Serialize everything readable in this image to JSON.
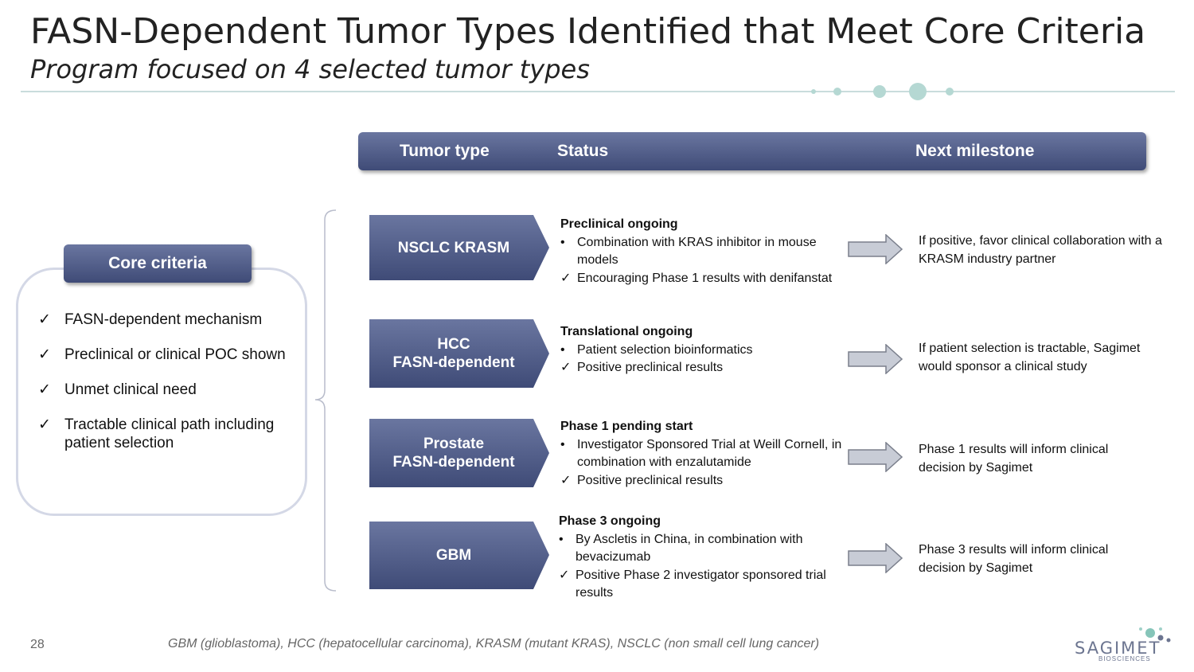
{
  "slide": {
    "title": "FASN-Dependent Tumor Types Identified that Meet Core Criteria",
    "subtitle": "Program focused on 4 selected tumor types",
    "page_number": "28",
    "footnote": "GBM (glioblastoma), HCC (hepatocellular carcinoma), KRASM (mutant KRAS), NSCLC (non small cell lung cancer)"
  },
  "header": {
    "tumor_type": "Tumor type",
    "status": "Status",
    "next_milestone": "Next milestone"
  },
  "core_criteria": {
    "label": "Core criteria",
    "items": [
      "FASN-dependent mechanism",
      "Preclinical or clinical POC shown",
      "Unmet clinical need",
      "Tractable clinical path including patient selection"
    ]
  },
  "rows": [
    {
      "tumor_lines": [
        "NSCLC KRASM"
      ],
      "status_head": "Preclinical ongoing",
      "status_items": [
        {
          "marker": "bullet",
          "text": "Combination with KRAS inhibitor in mouse models"
        },
        {
          "marker": "check",
          "text": "Encouraging Phase 1 results with denifanstat"
        }
      ],
      "milestone": "If positive, favor clinical collaboration with a KRASM industry partner"
    },
    {
      "tumor_lines": [
        "HCC",
        "FASN-dependent"
      ],
      "status_head": "Translational ongoing",
      "status_items": [
        {
          "marker": "bullet",
          "text": "Patient selection bioinformatics"
        },
        {
          "marker": "check",
          "text": "Positive preclinical results"
        }
      ],
      "milestone": "If patient selection is tractable, Sagimet would sponsor a clinical study"
    },
    {
      "tumor_lines": [
        "Prostate",
        "FASN-dependent"
      ],
      "status_head": "Phase 1 pending start",
      "status_items": [
        {
          "marker": "bullet",
          "text": "Investigator Sponsored Trial at Weill Cornell, in combination with enzalutamide"
        },
        {
          "marker": "check",
          "text": "Positive preclinical results"
        }
      ],
      "milestone": "Phase 1 results will inform clinical decision by Sagimet"
    },
    {
      "tumor_lines": [
        "GBM"
      ],
      "status_head": "Phase 3 ongoing",
      "status_items": [
        {
          "marker": "bullet",
          "text": "By Ascletis in China, in combination with bevacizumab"
        },
        {
          "marker": "check",
          "text": "Positive Phase 2 investigator sponsored trial results"
        }
      ],
      "milestone": "Phase 3 results will inform clinical decision by Sagimet"
    }
  ],
  "markers": {
    "bullet": "•",
    "check": "✓"
  },
  "logo": {
    "name": "SAGIMET",
    "sub": "BIOSCIENCES"
  },
  "colors": {
    "bar_top": "#6a76a0",
    "bar_bottom": "#3f4b77",
    "accent_dots": "#b5d8d3",
    "arrow_fill": "#c8ccd6",
    "arrow_stroke": "#7a7f8c"
  }
}
